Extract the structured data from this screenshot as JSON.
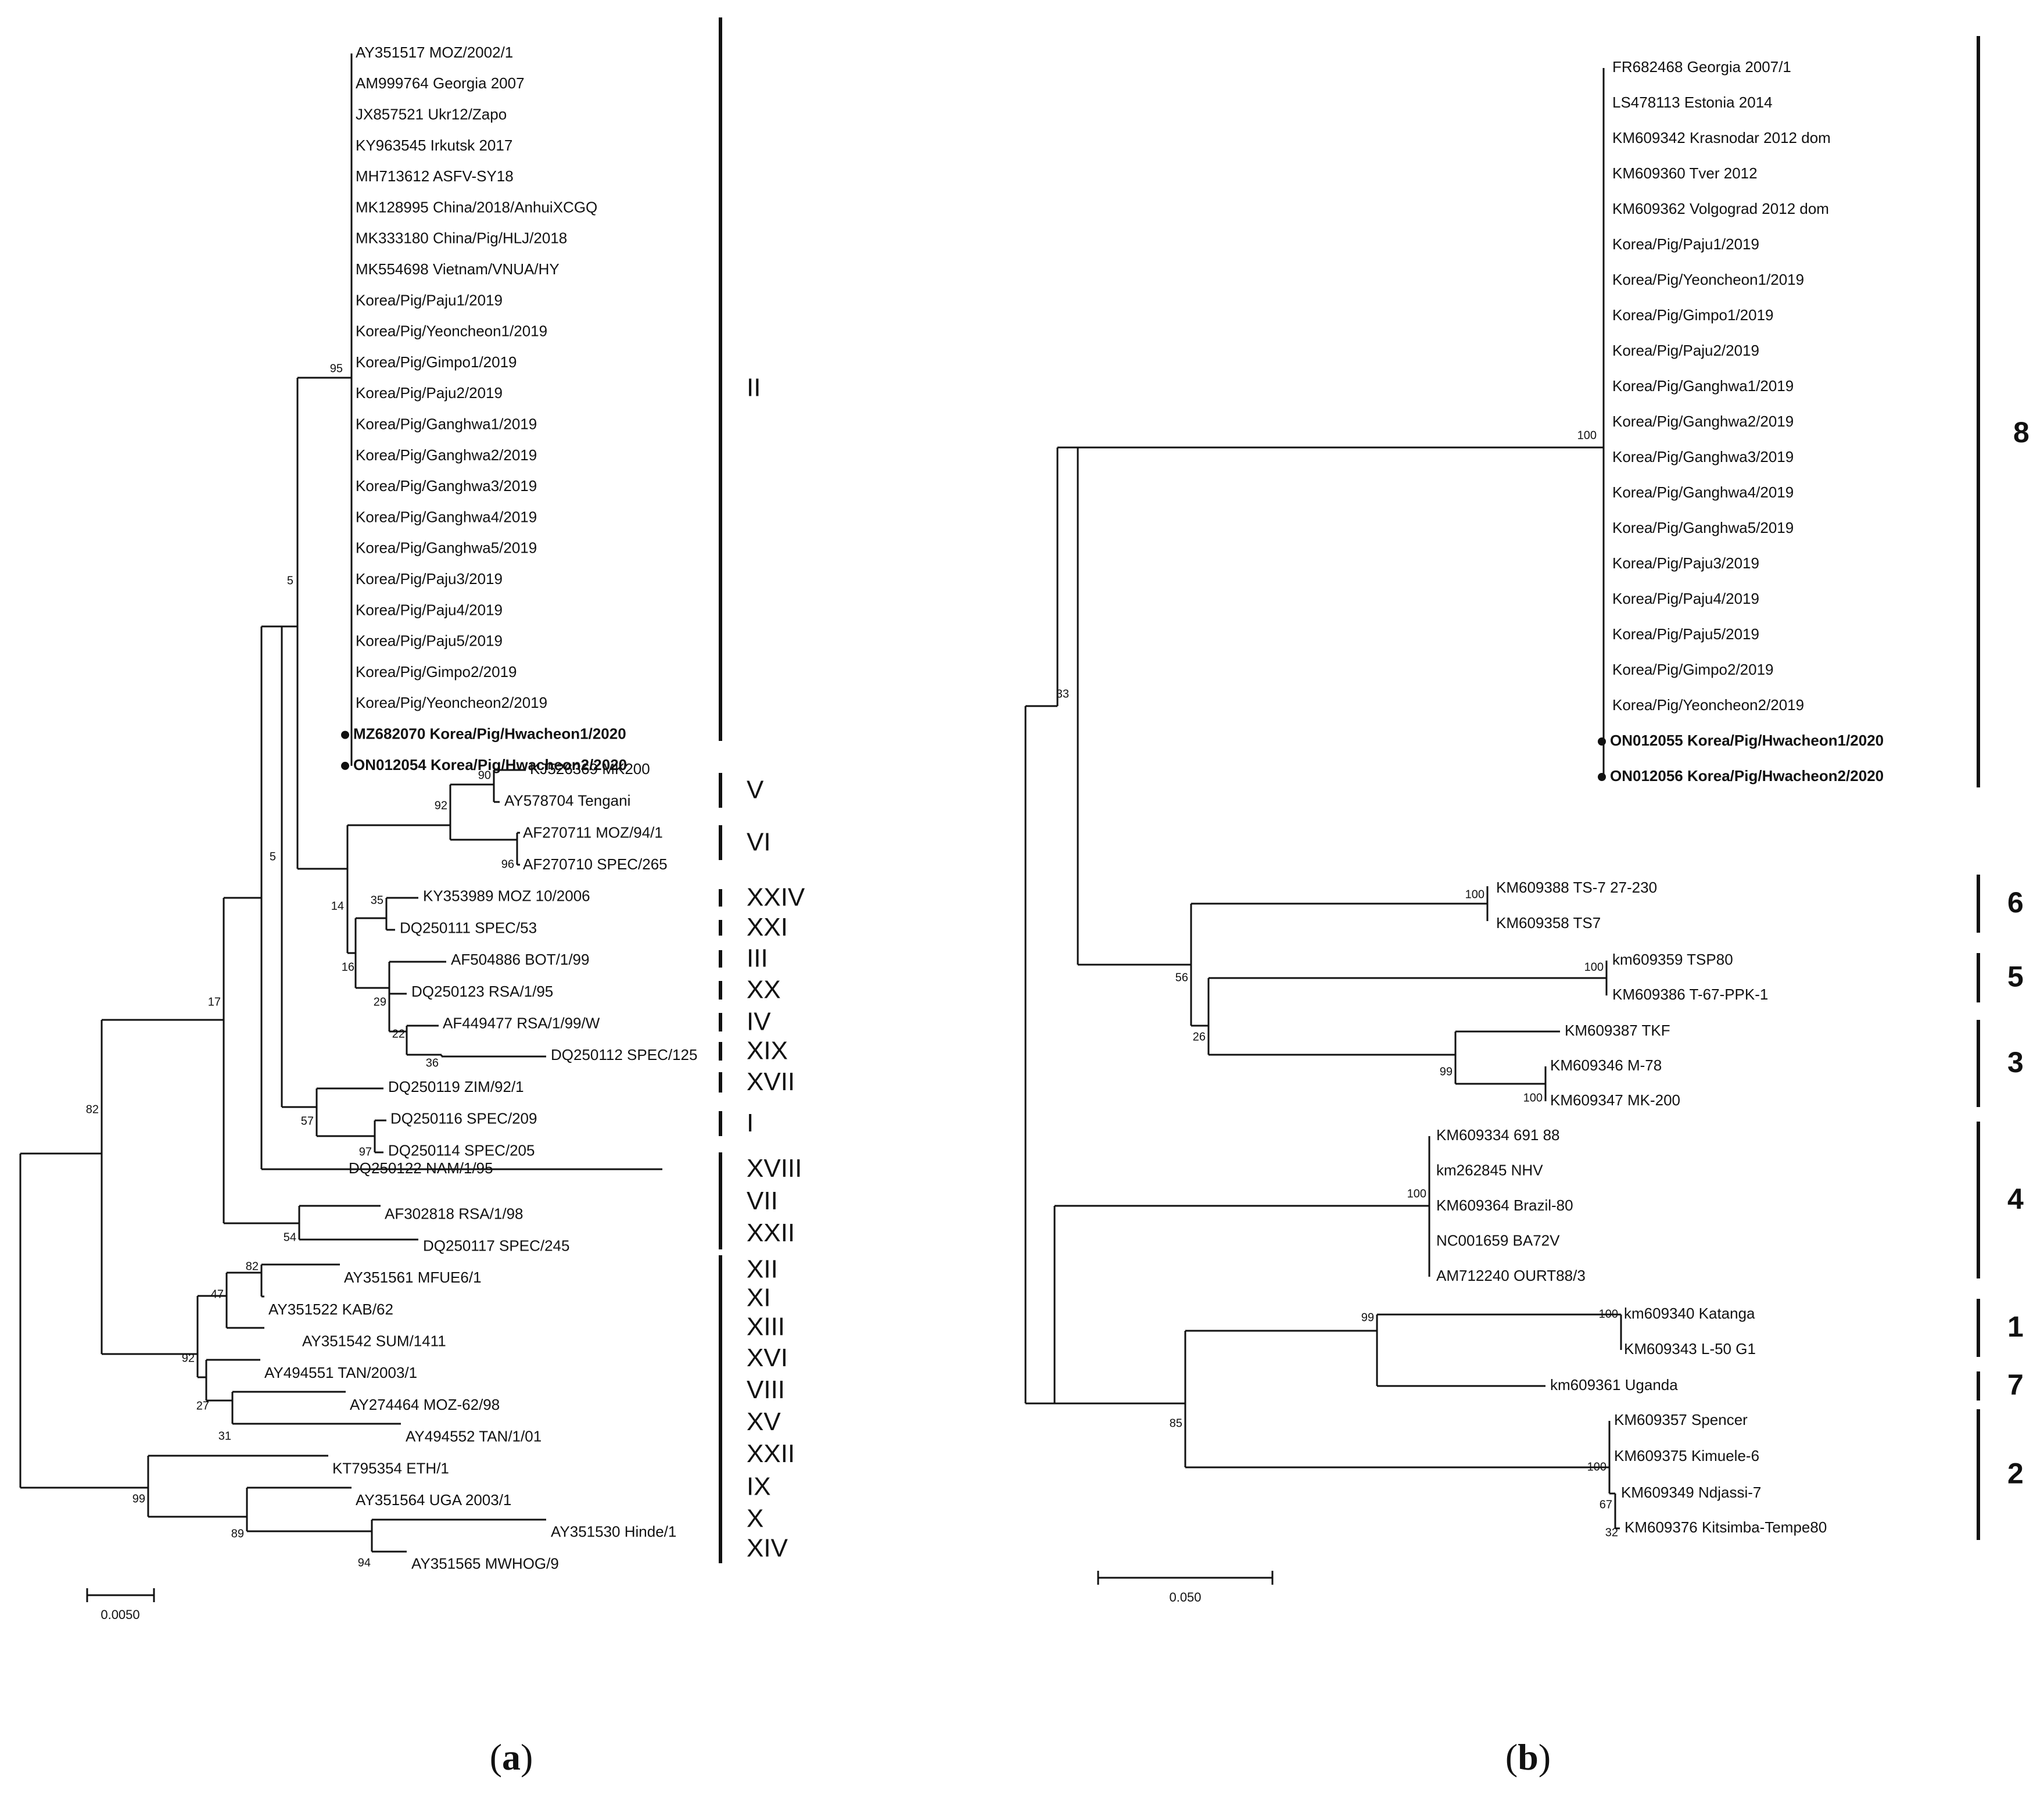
{
  "panel_a": {
    "letter": "a",
    "scale_label": "0.0050",
    "clade_II_leaves": [
      {
        "text": "AY351517 MOZ/2002/1",
        "bold": false,
        "dot": false
      },
      {
        "text": "AM999764 Georgia 2007",
        "bold": false,
        "dot": false
      },
      {
        "text": "JX857521 Ukr12/Zapo",
        "bold": false,
        "dot": false
      },
      {
        "text": "KY963545 Irkutsk 2017",
        "bold": false,
        "dot": false
      },
      {
        "text": "MH713612 ASFV-SY18",
        "bold": false,
        "dot": false
      },
      {
        "text": "MK128995 China/2018/AnhuiXCGQ",
        "bold": false,
        "dot": false
      },
      {
        "text": "MK333180 China/Pig/HLJ/2018",
        "bold": false,
        "dot": false
      },
      {
        "text": "MK554698 Vietnam/VNUA/HY",
        "bold": false,
        "dot": false
      },
      {
        "text": "Korea/Pig/Paju1/2019",
        "bold": false,
        "dot": false
      },
      {
        "text": "Korea/Pig/Yeoncheon1/2019",
        "bold": false,
        "dot": false
      },
      {
        "text": "Korea/Pig/Gimpo1/2019",
        "bold": false,
        "dot": false
      },
      {
        "text": "Korea/Pig/Paju2/2019",
        "bold": false,
        "dot": false
      },
      {
        "text": "Korea/Pig/Ganghwa1/2019",
        "bold": false,
        "dot": false
      },
      {
        "text": "Korea/Pig/Ganghwa2/2019",
        "bold": false,
        "dot": false
      },
      {
        "text": "Korea/Pig/Ganghwa3/2019",
        "bold": false,
        "dot": false
      },
      {
        "text": "Korea/Pig/Ganghwa4/2019",
        "bold": false,
        "dot": false
      },
      {
        "text": "Korea/Pig/Ganghwa5/2019",
        "bold": false,
        "dot": false
      },
      {
        "text": "Korea/Pig/Paju3/2019",
        "bold": false,
        "dot": false
      },
      {
        "text": "Korea/Pig/Paju4/2019",
        "bold": false,
        "dot": false
      },
      {
        "text": "Korea/Pig/Paju5/2019",
        "bold": false,
        "dot": false
      },
      {
        "text": "Korea/Pig/Gimpo2/2019",
        "bold": false,
        "dot": false
      },
      {
        "text": "Korea/Pig/Yeoncheon2/2019",
        "bold": false,
        "dot": false
      },
      {
        "text": "MZ682070 Korea/Pig/Hwacheon1/2020",
        "bold": true,
        "dot": true
      },
      {
        "text": "ON012054 Korea/Pig/Hwacheon2/2020",
        "bold": true,
        "dot": true
      }
    ],
    "other_leaves": [
      "KJ526369 MK200",
      "AY578704 Tengani",
      "AF270711 MOZ/94/1",
      "AF270710 SPEC/265",
      "KY353989 MOZ 10/2006",
      "DQ250111 SPEC/53",
      "AF504886 BOT/1/99",
      "DQ250123 RSA/1/95",
      "AF449477 RSA/1/99/W",
      "DQ250112 SPEC/125",
      "DQ250119 ZIM/92/1",
      "DQ250116 SPEC/209",
      "DQ250114 SPEC/205",
      "DQ250122 NAM/1/95",
      "AF302818 RSA/1/98",
      "DQ250117 SPEC/245",
      "AY351561 MFUE6/1",
      "AY351522 KAB/62",
      "AY351542 SUM/1411",
      "AY494551 TAN/2003/1",
      "AY274464 MOZ-62/98",
      "AY494552 TAN/1/01",
      "KT795354 ETH/1",
      "AY351564 UGA 2003/1",
      "AY351530 Hinde/1",
      "AY351565 MWHOG/9"
    ],
    "bootstrap": [
      "95",
      "5",
      "5",
      "17",
      "82",
      "90",
      "92",
      "96",
      "14",
      "35",
      "16",
      "29",
      "22",
      "36",
      "57",
      "97",
      "54",
      "82",
      "47",
      "92",
      "27",
      "31",
      "99",
      "89",
      "94"
    ],
    "genotypes": [
      "II",
      "V",
      "VI",
      "XXIV",
      "XXI",
      "III",
      "XX",
      "IV",
      "XIX",
      "XVII",
      "I",
      "XVIII",
      "VII",
      "XXII",
      "XII",
      "XI",
      "XIII",
      "XVI",
      "VIII",
      "XV",
      "XXII",
      "IX",
      "X",
      "XIV"
    ]
  },
  "panel_b": {
    "letter": "b",
    "scale_label": "0.050",
    "clade_8_leaves": [
      {
        "text": "FR682468 Georgia 2007/1",
        "bold": false,
        "dot": false
      },
      {
        "text": "LS478113 Estonia 2014",
        "bold": false,
        "dot": false
      },
      {
        "text": "KM609342 Krasnodar 2012 dom",
        "bold": false,
        "dot": false
      },
      {
        "text": "KM609360 Tver 2012",
        "bold": false,
        "dot": false
      },
      {
        "text": "KM609362 Volgograd 2012 dom",
        "bold": false,
        "dot": false
      },
      {
        "text": "Korea/Pig/Paju1/2019",
        "bold": false,
        "dot": false
      },
      {
        "text": "Korea/Pig/Yeoncheon1/2019",
        "bold": false,
        "dot": false
      },
      {
        "text": "Korea/Pig/Gimpo1/2019",
        "bold": false,
        "dot": false
      },
      {
        "text": "Korea/Pig/Paju2/2019",
        "bold": false,
        "dot": false
      },
      {
        "text": "Korea/Pig/Ganghwa1/2019",
        "bold": false,
        "dot": false
      },
      {
        "text": "Korea/Pig/Ganghwa2/2019",
        "bold": false,
        "dot": false
      },
      {
        "text": "Korea/Pig/Ganghwa3/2019",
        "bold": false,
        "dot": false
      },
      {
        "text": "Korea/Pig/Ganghwa4/2019",
        "bold": false,
        "dot": false
      },
      {
        "text": "Korea/Pig/Ganghwa5/2019",
        "bold": false,
        "dot": false
      },
      {
        "text": "Korea/Pig/Paju3/2019",
        "bold": false,
        "dot": false
      },
      {
        "text": "Korea/Pig/Paju4/2019",
        "bold": false,
        "dot": false
      },
      {
        "text": "Korea/Pig/Paju5/2019",
        "bold": false,
        "dot": false
      },
      {
        "text": "Korea/Pig/Gimpo2/2019",
        "bold": false,
        "dot": false
      },
      {
        "text": "Korea/Pig/Yeoncheon2/2019",
        "bold": false,
        "dot": false
      },
      {
        "text": "ON012055 Korea/Pig/Hwacheon1/2020",
        "bold": true,
        "dot": true
      },
      {
        "text": "ON012056 Korea/Pig/Hwacheon2/2020",
        "bold": true,
        "dot": true
      }
    ],
    "other_leaves": [
      "KM609388 TS-7 27-230",
      "KM609358 TS7",
      "km609359 TSP80",
      "KM609386 T-67-PPK-1",
      "KM609387 TKF",
      "KM609346 M-78",
      "KM609347 MK-200",
      "KM609334 691 88",
      "km262845 NHV",
      "KM609364 Brazil-80",
      "NC001659 BA72V",
      "AM712240 OURT88/3",
      "km609340 Katanga",
      "KM609343 L-50 G1",
      "km609361 Uganda",
      "KM609357 Spencer",
      "KM609375 Kimuele-6",
      "KM609349 Ndjassi-7",
      "KM609376 Kitsimba-Tempe80"
    ],
    "bootstrap": [
      "100",
      "33",
      "100",
      "100",
      "56",
      "26",
      "99",
      "100",
      "100",
      "100",
      "99",
      "85",
      "100",
      "67",
      "32"
    ],
    "genotypes": [
      "8",
      "6",
      "5",
      "3",
      "4",
      "1",
      "7",
      "2"
    ]
  }
}
